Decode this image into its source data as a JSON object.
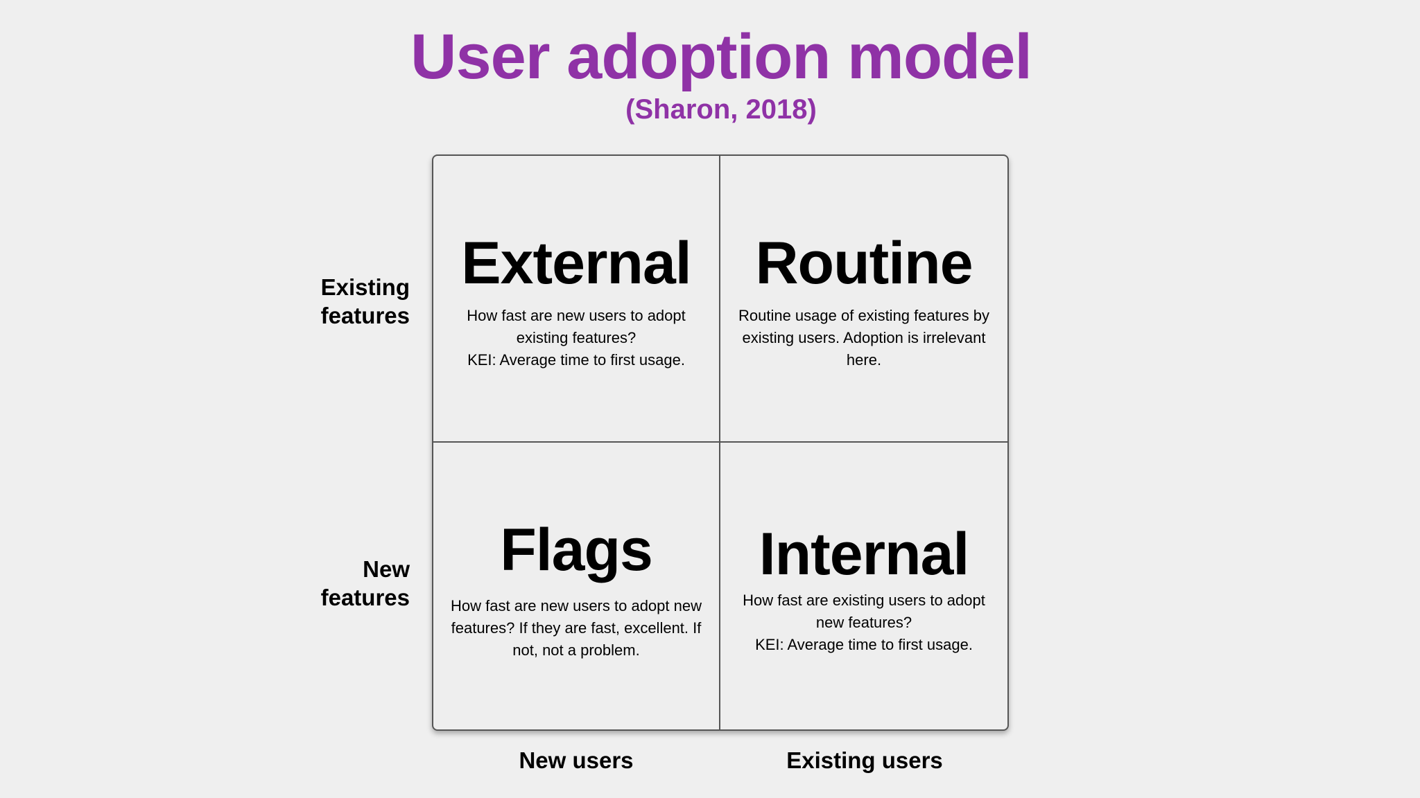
{
  "title": "User adoption model",
  "subtitle": "(Sharon, 2018)",
  "row_labels": {
    "top": "Existing\nfeatures",
    "bottom": "New\nfeatures"
  },
  "column_labels": {
    "left": "New users",
    "right": "Existing users"
  },
  "quadrants": {
    "top_left": {
      "heading": "External",
      "description": "How fast are new users to adopt\nexisting features?\nKEI: Average time to first usage."
    },
    "top_right": {
      "heading": "Routine",
      "description": "Routine usage of existing features by\nexisting users. Adoption is irrelevant\nhere."
    },
    "bottom_left": {
      "heading": "Flags",
      "description": "How fast are new users to adopt new\nfeatures? If they are fast, excellent. If\nnot, not a problem."
    },
    "bottom_right": {
      "heading": "Internal",
      "description": "How fast are existing users to adopt\nnew features?\nKEI: Average time to first usage."
    }
  },
  "colors": {
    "title": "#8f32a6",
    "background": "#efefef",
    "grid_border": "#555555"
  }
}
